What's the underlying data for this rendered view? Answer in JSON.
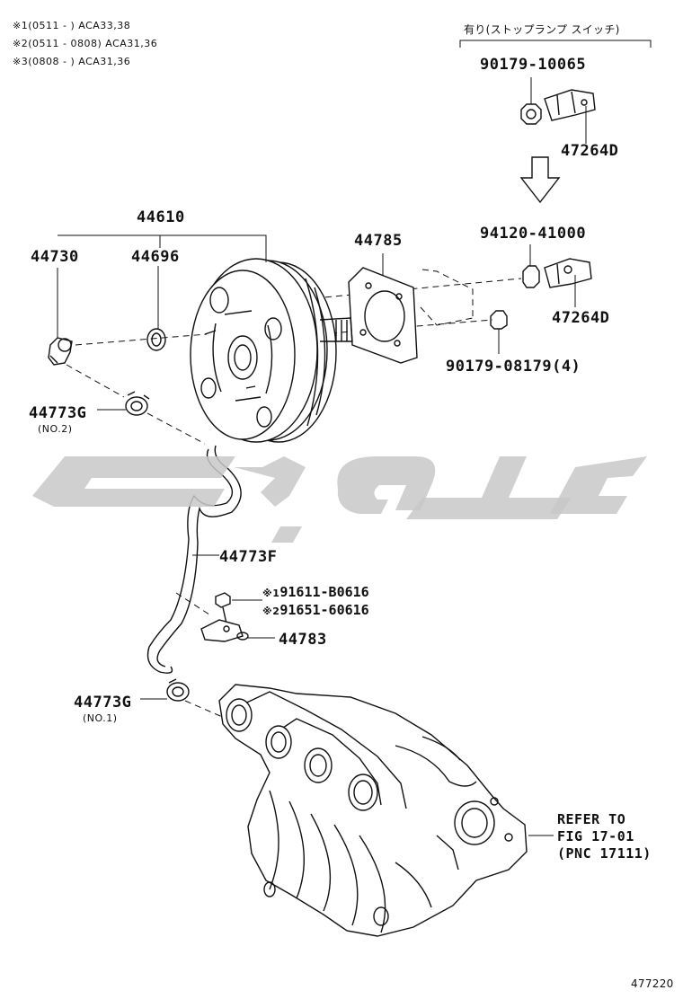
{
  "notes": [
    {
      "mark": "※1",
      "range": "(0511 -        )",
      "model": "ACA33,38"
    },
    {
      "mark": "※2",
      "range": "(0511 - 0808)",
      "model": "ACA31,36"
    },
    {
      "mark": "※3",
      "range": "(0808 -        )",
      "model": "ACA31,36"
    }
  ],
  "option_note": "有り(ストップランプ スイッチ)",
  "parts": {
    "p90179_10065": "90179-10065",
    "p47264D_top": "47264D",
    "p44610": "44610",
    "p44730": "44730",
    "p44696": "44696",
    "p44785": "44785",
    "p94120_41000": "94120-41000",
    "p47264D_bottom": "47264D",
    "p90179_08179": "90179-08179(4)",
    "p44773G_no2": "44773G",
    "p44773G_no2_sub": "(NO.2)",
    "p44773F": "44773F",
    "p91611": "91611-B0616",
    "p91611_mark": "※1",
    "p91651": "91651-60616",
    "p91651_mark": "※2",
    "p44783": "44783",
    "p44773G_no1": "44773G",
    "p44773G_no1_sub": "(NO.1)"
  },
  "refer": {
    "line1": "REFER TO",
    "line2": "FIG 17-01",
    "line3": "(PNC 17111)"
  },
  "illustration_id": "477220",
  "colors": {
    "ink": "#111111",
    "watermark": "#c8c8c8"
  }
}
